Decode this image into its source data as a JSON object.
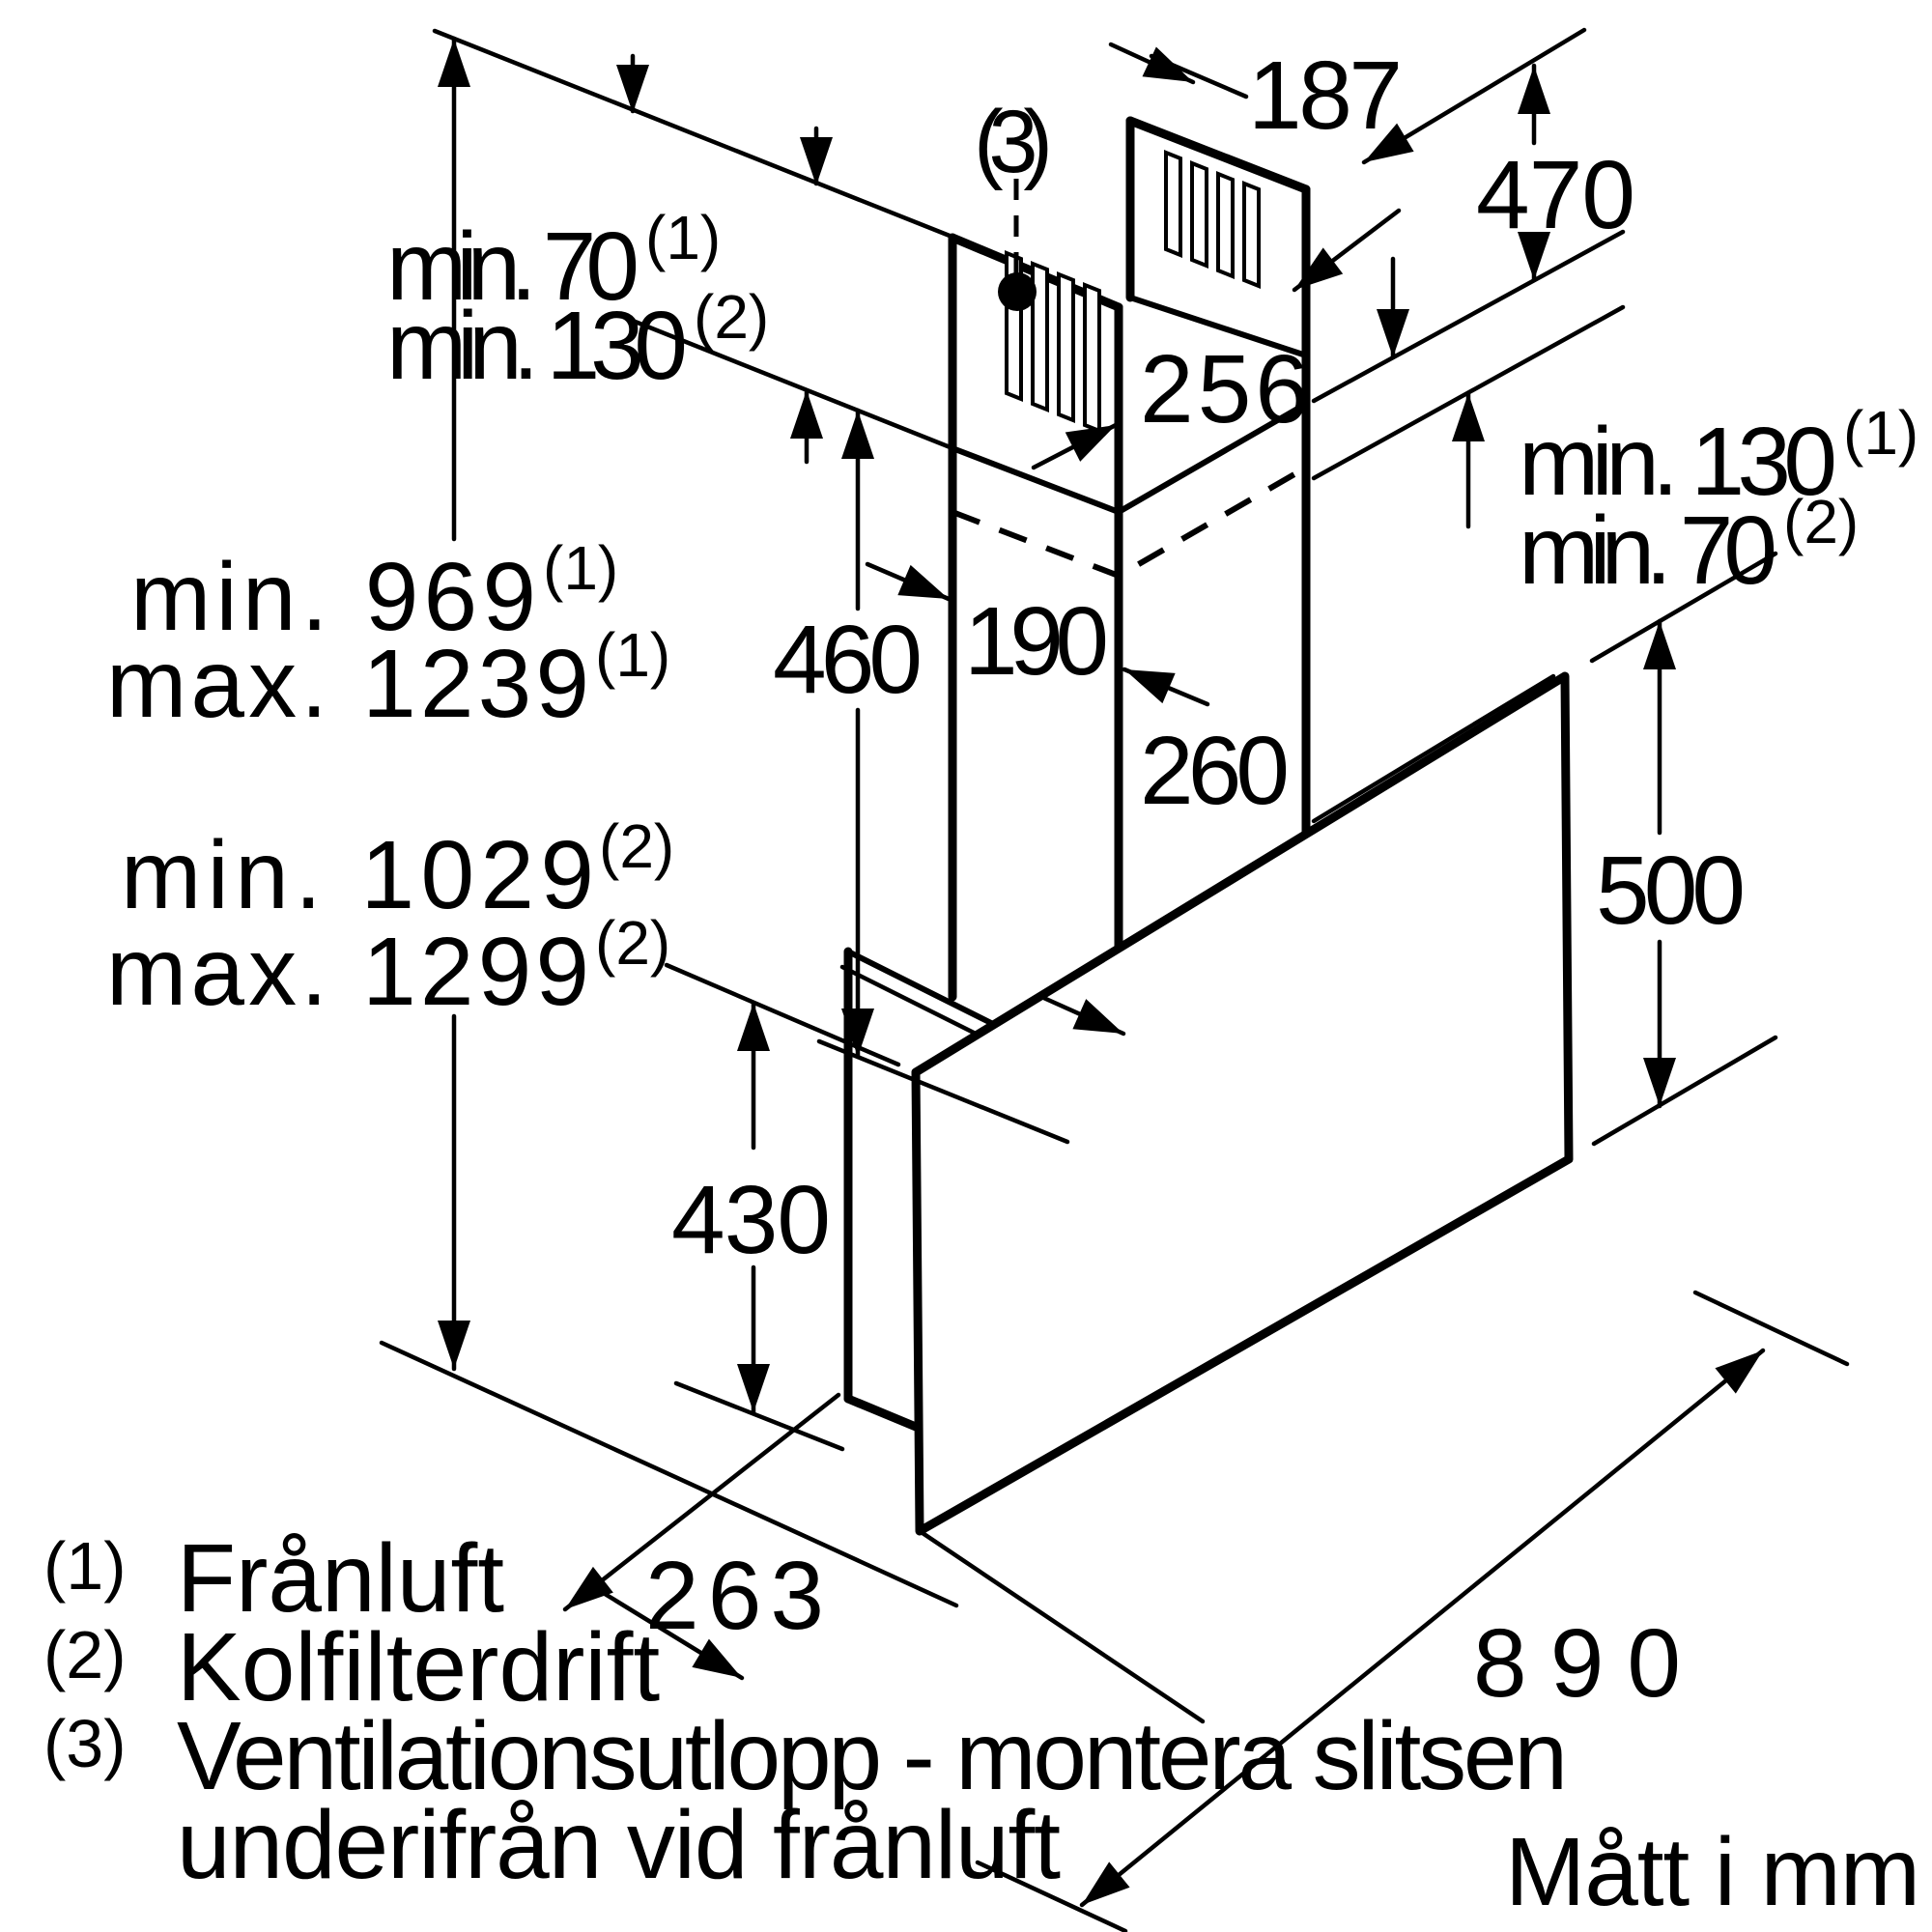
{
  "diagram": {
    "type": "technical-dimension-drawing",
    "subject": "wall-mounted chimney cooker hood installation dimensions",
    "background_color": "#ffffff",
    "line_color": "#000000"
  },
  "labels": {
    "d187": "187",
    "d470": "470",
    "d256": "256",
    "d460": "460",
    "d190": "190",
    "d260": "260",
    "d500": "500",
    "d430": "430",
    "d263": "263",
    "d890": "890",
    "min70_left": "min. 70",
    "min70_left_sup": "(1)",
    "min130_left": "min. 130",
    "min130_left_sup": "(2)",
    "min969": "min. 969",
    "min969_sup": "(1)",
    "max1239": "max. 1239",
    "max1239_sup": "(1)",
    "min1029": "min. 1029",
    "min1029_sup": "(2)",
    "max1299": "max. 1299",
    "max1299_sup": "(2)",
    "min130_right": "min. 130",
    "min130_right_sup": "(1)",
    "min70_right": "min. 70",
    "min70_right_sup": "(2)",
    "callout3": "(3)"
  },
  "legend": {
    "item1_marker": "(1)",
    "item1_text": "Frånluft",
    "item2_marker": "(2)",
    "item2_text": "Kolfilterdrift",
    "item3_marker": "(3)",
    "item3_text": "Ventilationsutlopp - montera slitsen",
    "item3_cont": "underifrån vid frånluft"
  },
  "footer": {
    "units_note": "Mått i mm"
  }
}
